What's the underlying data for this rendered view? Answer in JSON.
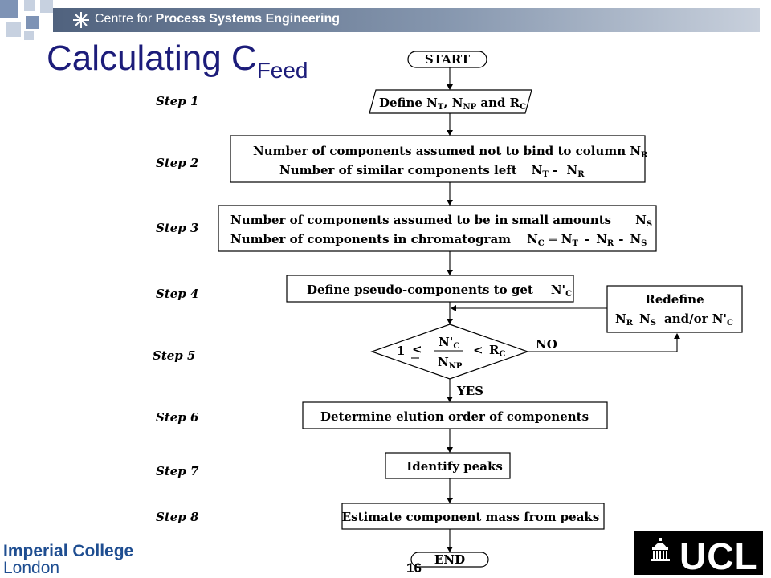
{
  "header": {
    "banner_prefix": "Centre for ",
    "banner_bold": "Process Systems Engineering",
    "colors": {
      "banner_dark": "#50627e",
      "banner_light": "#c8d0dc",
      "square_blue": "#7e93b5",
      "square_light": "#c7d1e0"
    }
  },
  "title": {
    "main": "Calculating C",
    "sub": "Feed",
    "color": "#1c1c7a"
  },
  "steps": [
    "Step 1",
    "Step 2",
    "Step 3",
    "Step 4",
    "Step 5",
    "Step 6",
    "Step 7",
    "Step 8"
  ],
  "terminals": {
    "start": "START",
    "end": "END"
  },
  "boxes": {
    "step1_prefix": "Define N",
    "step1_sub1": "T",
    "step1_mid": ", N",
    "step1_sub2": "NP",
    "step1_mid2": " and R",
    "step1_sub3": "C",
    "step2_line1": "Number of components assumed not to bind to column N",
    "step2_line1_sub": "R",
    "step2_line2": "Number of similar components left",
    "step2_line2_eq_a": "N",
    "step2_line2_sub_a": "T",
    "step2_line2_op": " - ",
    "step2_line2_eq_b": "N",
    "step2_line2_sub_b": "R",
    "step3_line1": "Number of components assumed to be in small amounts",
    "step3_line1_var": "N",
    "step3_line1_sub": "S",
    "step3_line2": "Number of components in chromatogram",
    "step3_eq_c": "N",
    "step3_eq_c_sub": "C",
    "step3_eq_sign": "═",
    "step3_eq_t": "N",
    "step3_eq_t_sub": "T",
    "step3_eq_minus": "-",
    "step3_eq_r": "N",
    "step3_eq_r_sub": "R",
    "step3_eq_s": "N",
    "step3_eq_s_sub": "S",
    "step4_text": "Define pseudo-components to get",
    "step4_var": "N'",
    "step4_sub": "C",
    "redefine_title": "Redefine",
    "redefine_a": "N",
    "redefine_a_sub": "R",
    "redefine_b": "N",
    "redefine_b_sub": "S",
    "redefine_c": "and/or N'",
    "redefine_c_sub": "C",
    "step5_one": "1",
    "step5_le": "<",
    "step5_num": "N'",
    "step5_num_sub": "C",
    "step5_den": "N",
    "step5_den_sub": "NP",
    "step5_lt": "<",
    "step5_r": "R",
    "step5_r_sub": "C",
    "step6_text": "Determine elution order of components",
    "step7_text": "Identify peaks",
    "step8_text": "Estimate component mass from peaks"
  },
  "decisions": {
    "no": "NO",
    "yes": "YES"
  },
  "footer": {
    "imperial_line1": "Imperial College",
    "imperial_line2": "London",
    "ucl": "UCL",
    "page_number": "16",
    "imperial_color": "#1f4e91"
  }
}
